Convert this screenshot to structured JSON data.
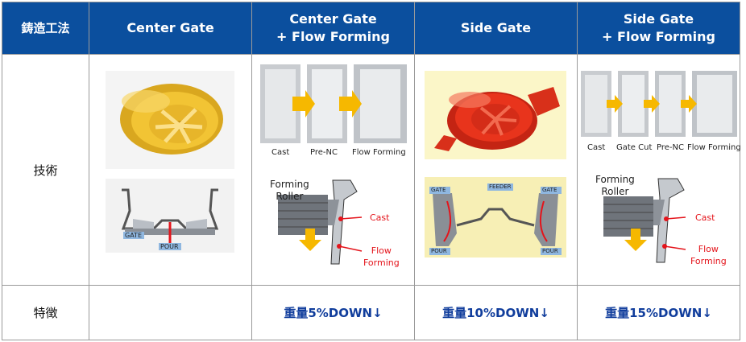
{
  "header": {
    "col0": "鋳造工法",
    "col1": "Center Gate",
    "col2_line1": "Center Gate",
    "col2_line2": "+ Flow Forming",
    "col3": "Side Gate",
    "col4_line1": "Side Gate",
    "col4_line2": "+ Flow Forming"
  },
  "rows": {
    "technique_label": "技術",
    "feature_label": "特徴"
  },
  "center_gate": {
    "gate_tag": "GATE",
    "pour_tag": "POUR"
  },
  "center_gate_ff": {
    "steps": [
      "Cast",
      "Pre-NC",
      "Flow Forming"
    ],
    "roller_label": "Forming\nRoller",
    "cast_label": "Cast",
    "ff_label": "Flow\nForming",
    "feature": "重量5%DOWN↓"
  },
  "side_gate": {
    "gate_left": "GATE",
    "feeder": "FEEDER",
    "gate_right": "GATE",
    "pour_left": "POUR",
    "pour_right": "POUR",
    "feature": "重量10%DOWN↓"
  },
  "side_gate_ff": {
    "steps": [
      "Cast",
      "Gate Cut",
      "Pre-NC",
      "Flow Forming"
    ],
    "roller_label": "Forming\nRoller",
    "cast_label": "Cast",
    "ff_label": "Flow\nForming",
    "feature": "重量15%DOWN↓"
  },
  "colors": {
    "header_bg": "#0b4f9e",
    "feature_text": "#103d9c",
    "center_wheel": "#f2c434",
    "side_wheel": "#e8341c",
    "arrow": "#f6b800",
    "annotation_red": "#e4141b"
  }
}
